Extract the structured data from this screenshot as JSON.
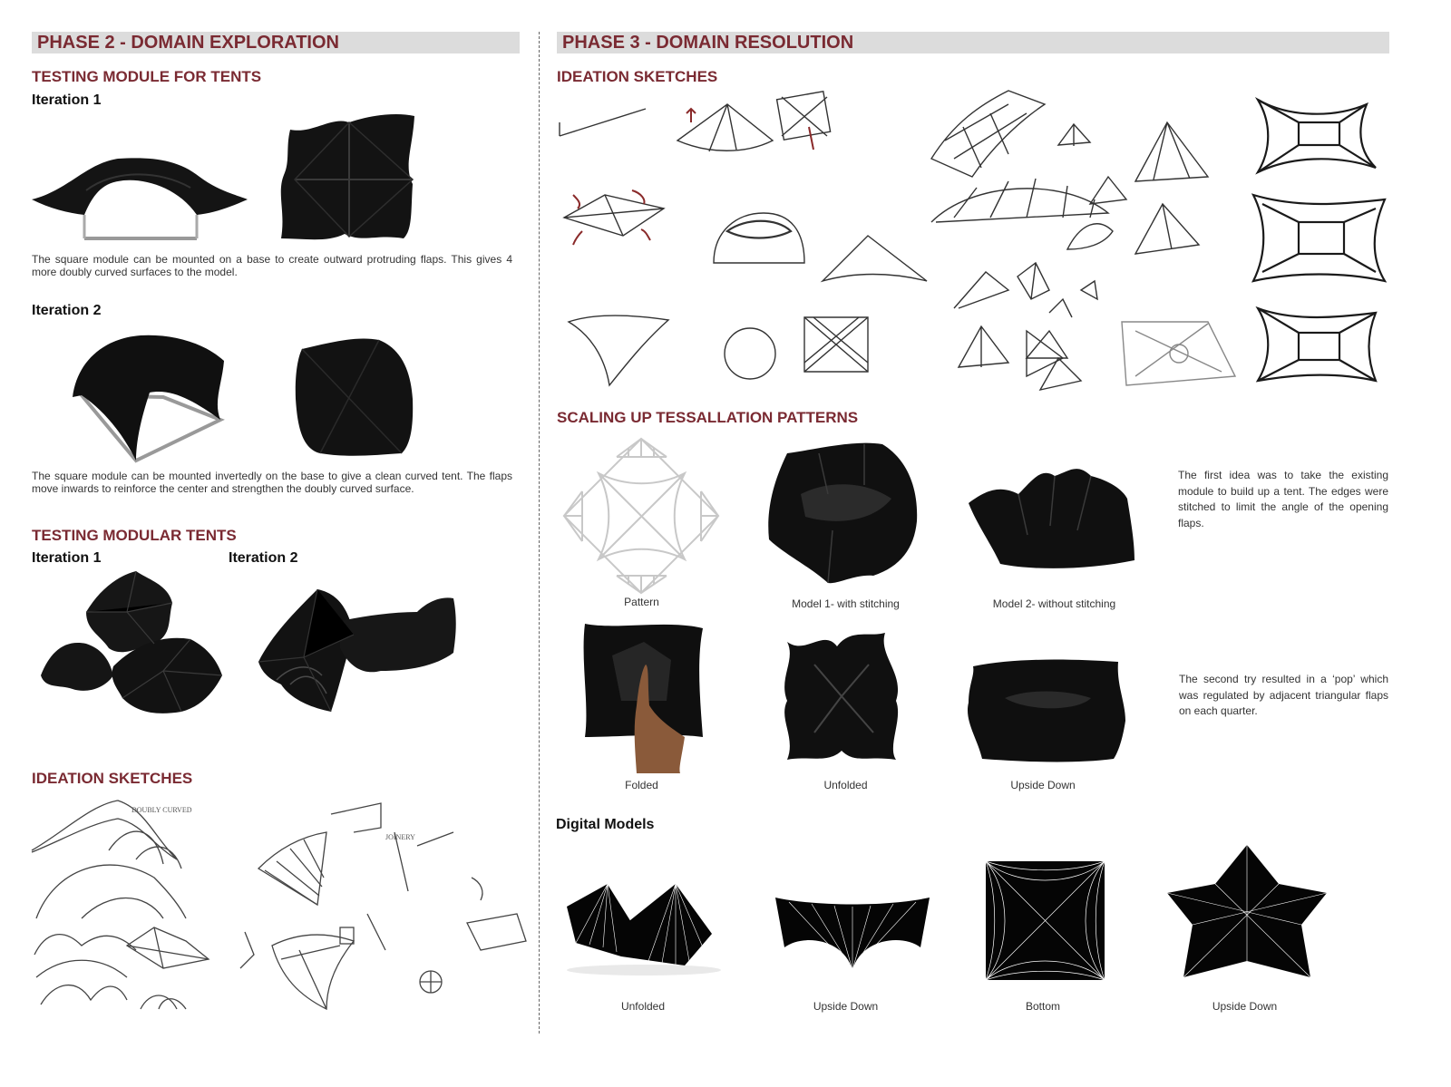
{
  "left": {
    "phase_title": "PHASE 2 - DOMAIN EXPLORATION",
    "testing_module": {
      "title": "TESTING MODULE FOR TENTS",
      "iteration1": {
        "label": "Iteration 1",
        "text": "The square module can be mounted on a base to create outward protruding flaps. This gives 4 more doubly curved surfaces to the model."
      },
      "iteration2": {
        "label": "Iteration 2",
        "text": "The square module can be mounted invertedly on the base to give a clean curved tent. The flaps move inwards to reinforce the center and strengthen the doubly curved surface."
      }
    },
    "modular_tents": {
      "title": "TESTING MODULAR TENTS",
      "iteration1_label": "Iteration 1",
      "iteration2_label": "Iteration 2"
    },
    "ideation": {
      "title": "IDEATION SKETCHES"
    }
  },
  "right": {
    "phase_title": "PHASE 3 - DOMAIN RESOLUTION",
    "ideation": {
      "title": "IDEATION SKETCHES"
    },
    "scaling": {
      "title": "SCALING UP TESSALLATION PATTERNS",
      "row1": {
        "captions": [
          "Pattern",
          "Model 1- with stitching",
          "Model 2- without stitching"
        ],
        "text": "The first idea was to take the existing module to build up a tent. The edges were stitched to limit the angle of the opening flaps."
      },
      "row2": {
        "captions": [
          "Folded",
          "Unfolded",
          "Upside Down"
        ],
        "text": "The second try resulted in a ‘pop’ which was regulated by adjacent triangular flaps on each quarter."
      }
    },
    "digital": {
      "title": "Digital Models",
      "captions": [
        "Unfolded",
        "Upside Down",
        "Bottom",
        "Upside Down"
      ]
    }
  },
  "colors": {
    "accent": "#7a2a32",
    "header_band": "#dcdcdc",
    "fabric": "#111111"
  }
}
